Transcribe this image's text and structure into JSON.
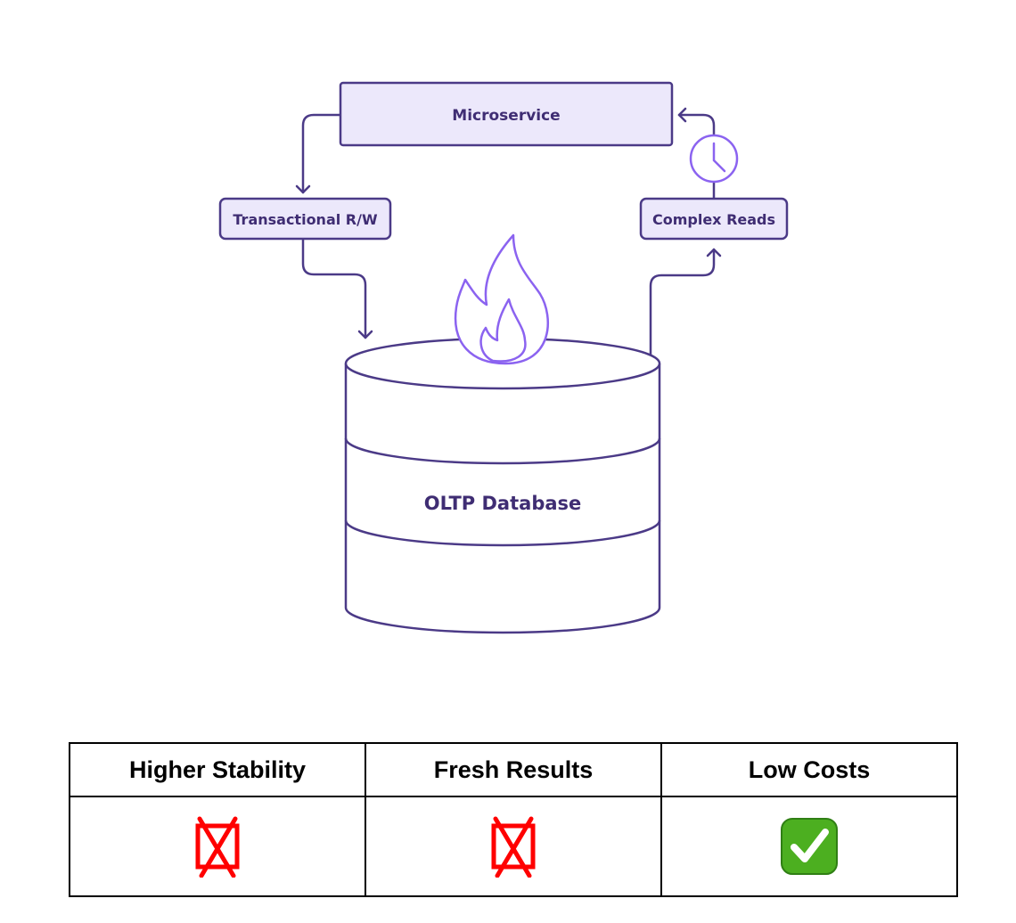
{
  "diagram": {
    "microservice_label": "Microservice",
    "transactional_label": "Transactional R/W",
    "complex_reads_label": "Complex Reads",
    "database_label": "OLTP Database",
    "colors": {
      "stroke": "#4b3a87",
      "fill": "#ece8fb",
      "accent": "#8b63f0",
      "text": "#3f2d73"
    },
    "icons": [
      "flame-icon",
      "clock-icon"
    ]
  },
  "table": {
    "headers": [
      "Higher Stability",
      "Fresh Results",
      "Low Costs"
    ],
    "values": [
      "no",
      "no",
      "yes"
    ],
    "icons": [
      "cross-mark-icon",
      "cross-mark-icon",
      "check-mark-icon"
    ],
    "colors": {
      "cross": "#ff0000",
      "check": "#4caf20"
    }
  }
}
